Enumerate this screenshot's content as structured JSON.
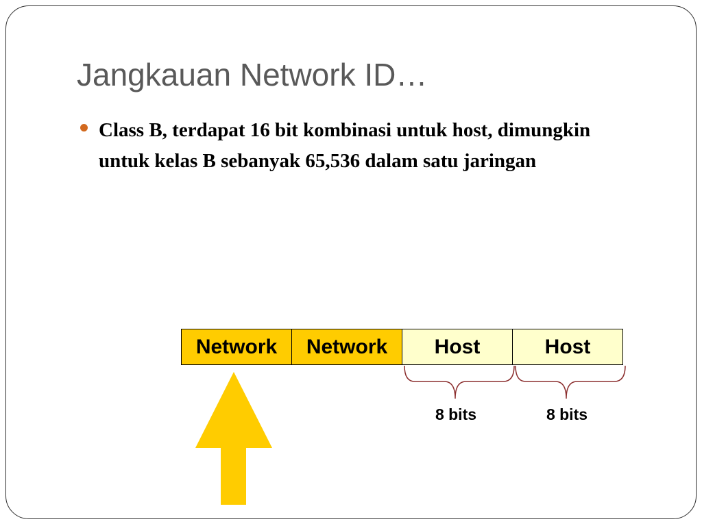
{
  "slide": {
    "title": "Jangkauan Network ID…",
    "bullet": "Class B, terdapat 16 bit kombinasi untuk host, dimungkin untuk kelas B sebanyak 65,536 dalam satu jaringan"
  },
  "diagram": {
    "segments": [
      {
        "label": "Network",
        "role": "network"
      },
      {
        "label": "Network",
        "role": "network"
      },
      {
        "label": "Host",
        "role": "host"
      },
      {
        "label": "Host",
        "role": "host"
      }
    ],
    "bit_labels": [
      "8 bits",
      "8 bits"
    ]
  },
  "colors": {
    "network_fill": "#FFCC00",
    "host_fill": "#FFFFCC",
    "arrow": "#FFCC00",
    "brace": "#8B2E2E",
    "bullet": "#D2691E",
    "title": "#595959"
  },
  "icons": {
    "bullet": "bullet-dot-icon",
    "pointer": "up-arrow-icon"
  }
}
